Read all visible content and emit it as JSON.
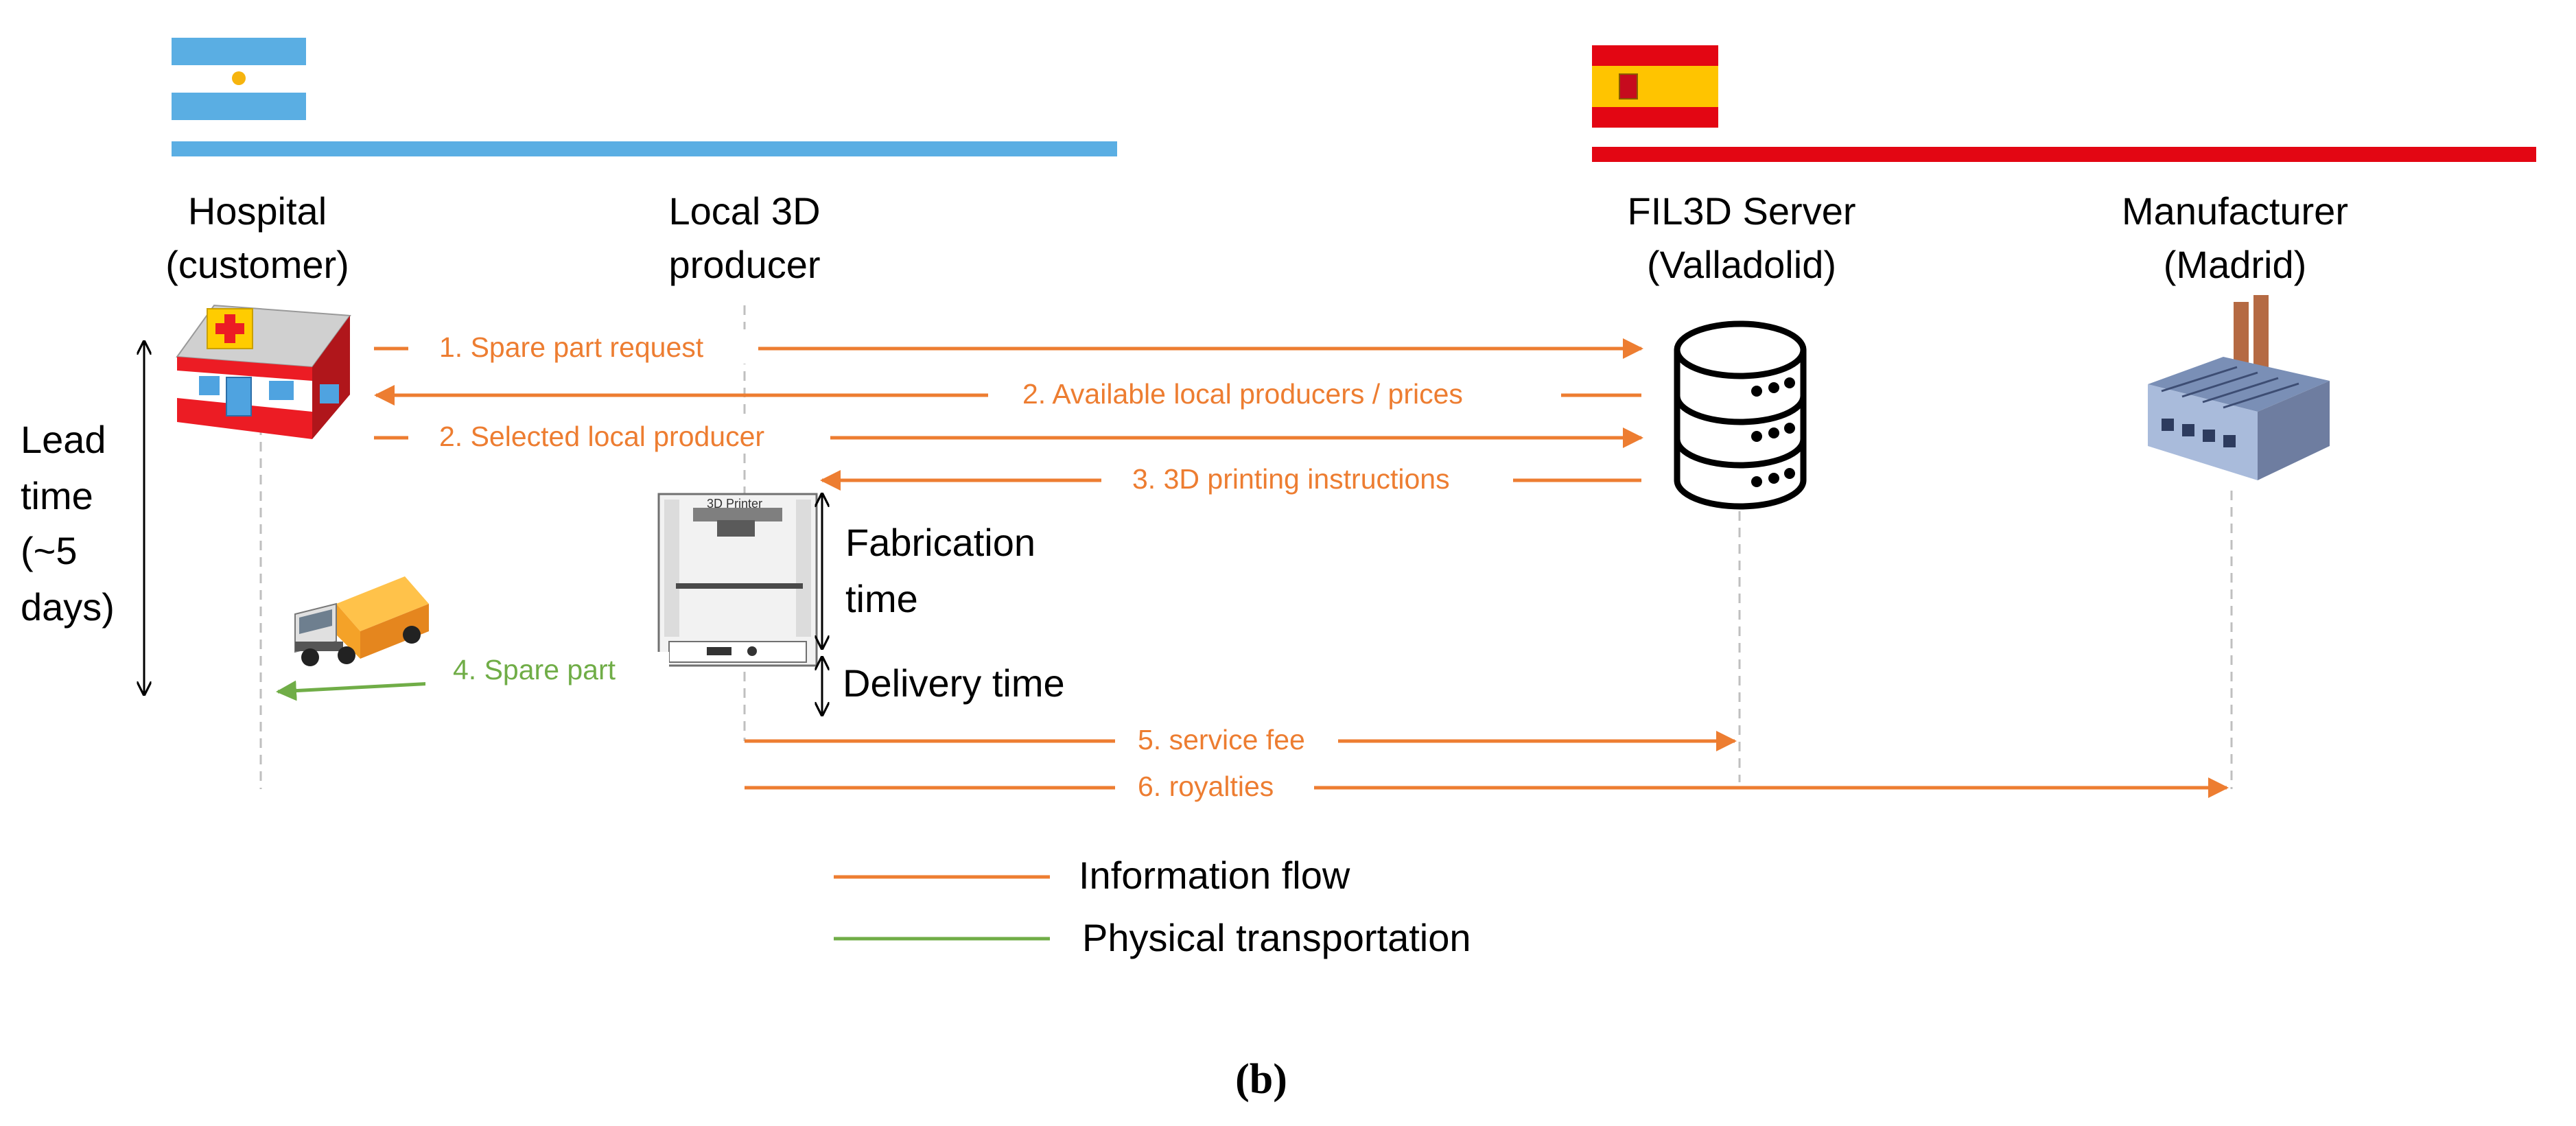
{
  "countries": {
    "argentina": {
      "flag_colors": {
        "sky": "#74acdf",
        "white": "#ffffff",
        "sun": "#f6b40e"
      },
      "bar_color": "#5aaee3"
    },
    "spain": {
      "flag_colors": {
        "red": "#c60b1e",
        "yellow": "#ffc400"
      },
      "bar_color": "#e30613"
    }
  },
  "actors": {
    "hospital": {
      "line1": "Hospital",
      "line2": "(customer)"
    },
    "local_producer": {
      "line1": "Local 3D",
      "line2": "producer"
    },
    "server": {
      "line1": "FIL3D Server",
      "line2": "(Valladolid)"
    },
    "manufacturer": {
      "line1": "Manufacturer",
      "line2": "(Madrid)"
    }
  },
  "messages": {
    "m1": "1. Spare part request",
    "m2": "2. Available local producers / prices",
    "m3": "2. Selected local producer",
    "m4": "3. 3D printing instructions",
    "m5": "4. Spare part",
    "m6": "5. service fee",
    "m7": "6. royalties"
  },
  "lead_time": {
    "line1": "Lead",
    "line2": "time",
    "line3": "(~5",
    "line4": "days)"
  },
  "fabrication_time": {
    "line1": "Fabrication",
    "line2": "time"
  },
  "delivery_time": "Delivery time",
  "printer_label": "3D Printer",
  "legend": {
    "information": "Information flow",
    "physical": "Physical transportation"
  },
  "caption": "(b)",
  "colors": {
    "information": "#ed7d31",
    "physical": "#70ad47"
  }
}
